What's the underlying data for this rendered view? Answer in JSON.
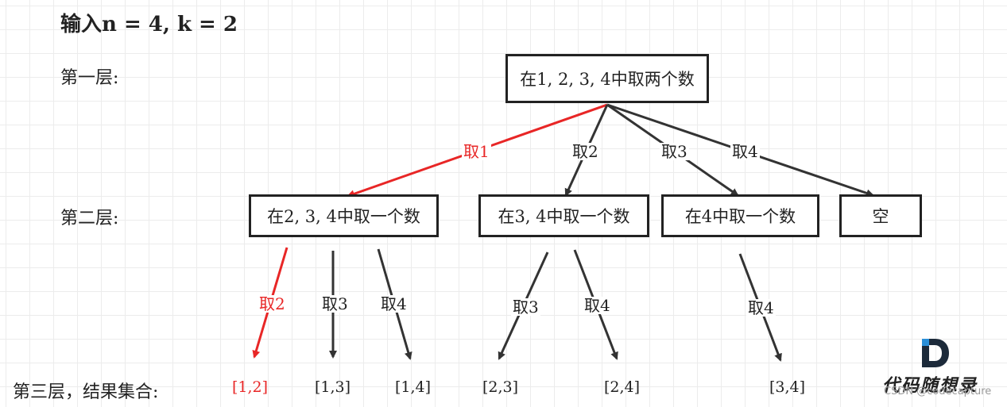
{
  "title": "输入n = 4, k = 2",
  "layers": {
    "first": "第一层:",
    "second": "第二层:",
    "third": "第三层，结果集合:"
  },
  "nodes": {
    "root": "在1, 2, 3, 4中取两个数",
    "n1": "在2, 3, 4中取一个数",
    "n2": "在3, 4中取一个数",
    "n3": "在4中取一个数",
    "n4": "空"
  },
  "edges": {
    "root_take1": "取1",
    "root_take2": "取2",
    "root_take3": "取3",
    "root_take4": "取4",
    "n1_take2": "取2",
    "n1_take3": "取3",
    "n1_take4": "取4",
    "n2_take3": "取3",
    "n2_take4": "取4",
    "n3_take4": "取4"
  },
  "results": {
    "r12": "[1,2]",
    "r13": "[1,3]",
    "r14": "[1,4]",
    "r23": "[2,3]",
    "r24": "[2,4]",
    "r34": "[3,4]"
  },
  "branding": {
    "logo_text": "代码随想录",
    "watermark": "CSDN @codecapture"
  },
  "colors": {
    "highlight": "#e82626",
    "edge": "#333333",
    "border": "#222222"
  }
}
